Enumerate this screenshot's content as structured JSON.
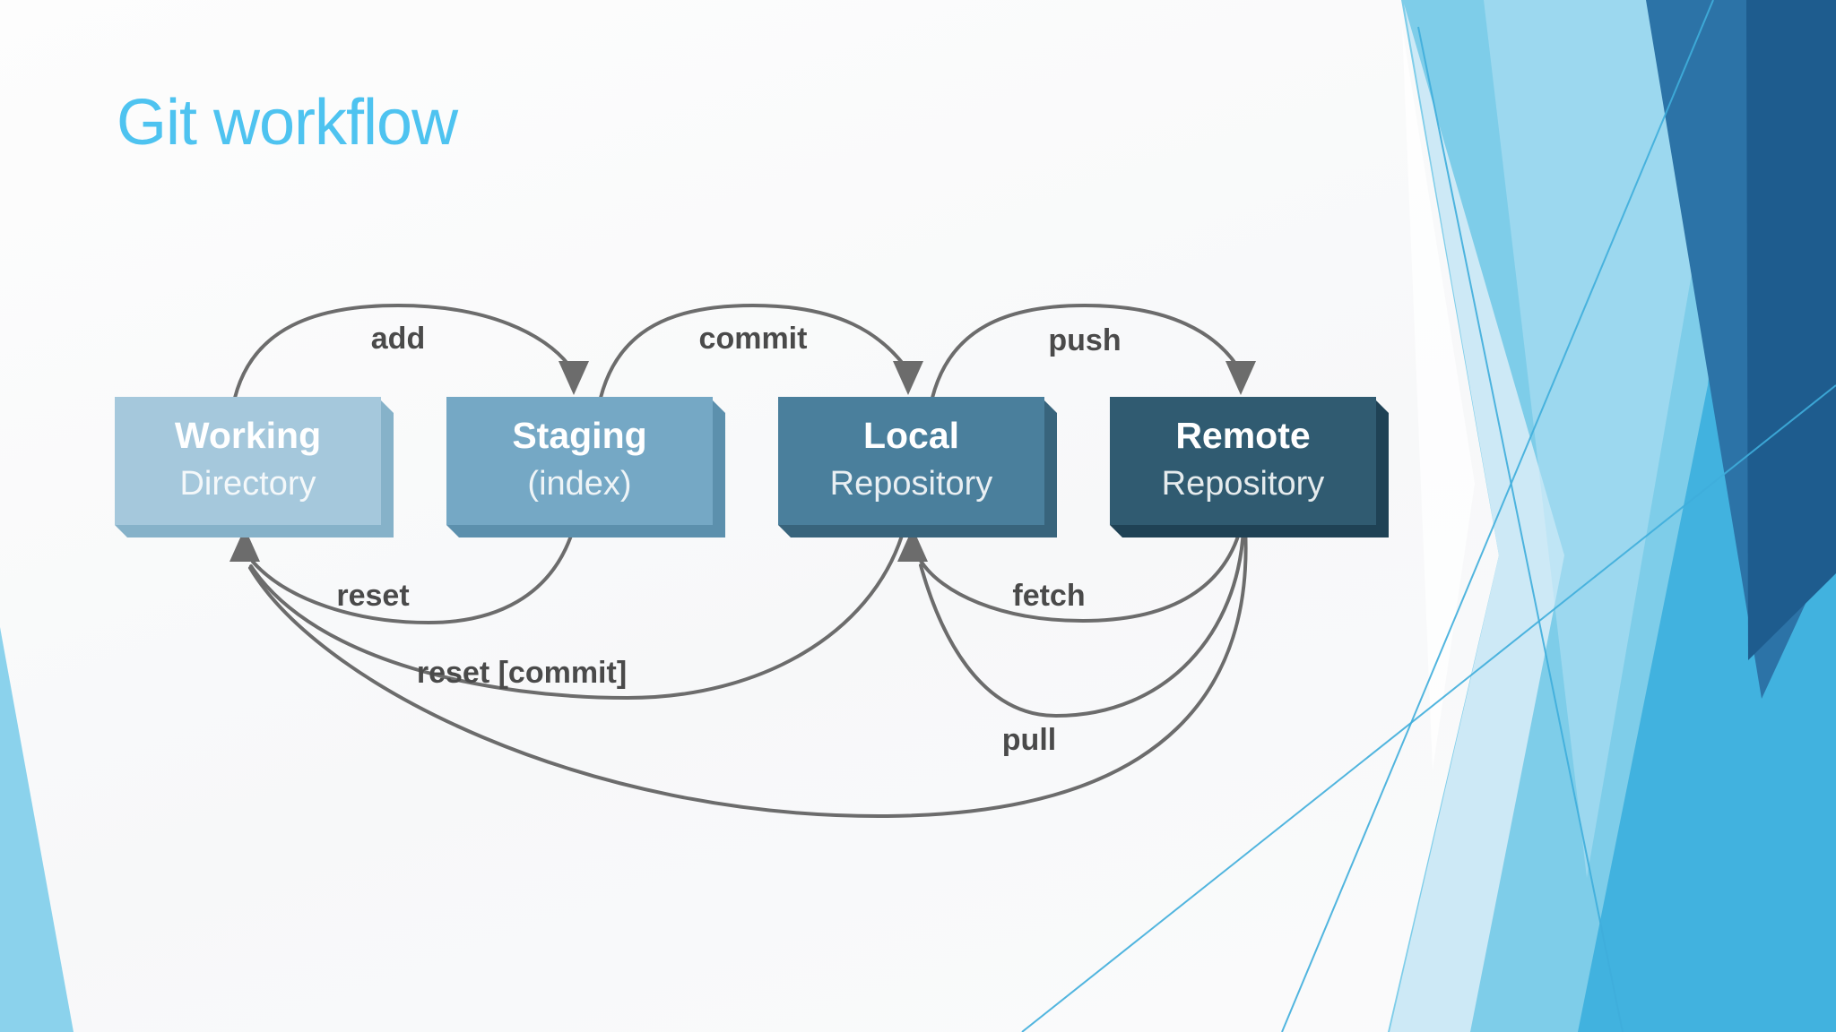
{
  "slide": {
    "title": "Git workflow"
  },
  "diagram": {
    "nodes": [
      {
        "id": "working",
        "line1": "Working",
        "line2": "Directory",
        "fill": "#A5C8DC",
        "depth": "#86B2C9"
      },
      {
        "id": "staging",
        "line1": "Staging",
        "line2": "(index)",
        "fill": "#75A8C5",
        "depth": "#5C90AD"
      },
      {
        "id": "local",
        "line1": "Local",
        "line2": "Repository",
        "fill": "#4A7F9C",
        "depth": "#38647C"
      },
      {
        "id": "remote",
        "line1": "Remote",
        "line2": "Repository",
        "fill": "#305B71",
        "depth": "#1F4255"
      }
    ],
    "edges": [
      {
        "id": "add",
        "label": "add",
        "from": "working",
        "to": "staging",
        "side": "top"
      },
      {
        "id": "commit",
        "label": "commit",
        "from": "staging",
        "to": "local",
        "side": "top"
      },
      {
        "id": "push",
        "label": "push",
        "from": "local",
        "to": "remote",
        "side": "top"
      },
      {
        "id": "reset",
        "label": "reset",
        "from": "staging",
        "to": "working",
        "side": "bottom"
      },
      {
        "id": "reset_commit",
        "label": "reset [commit]",
        "from": "local",
        "to": "working",
        "side": "bottom"
      },
      {
        "id": "fetch",
        "label": "fetch",
        "from": "remote",
        "to": "local",
        "side": "bottom"
      },
      {
        "id": "pull_local",
        "label": "",
        "from": "remote",
        "to": "local",
        "side": "bottom"
      },
      {
        "id": "pull",
        "label": "pull",
        "from": "remote",
        "to": "working",
        "side": "bottom"
      }
    ],
    "arrow_color": "#6C6C6C",
    "label_color": "#4A4A4A",
    "node_text_color": "#FFFFFF"
  },
  "decor": {
    "title_color": "#4EC3F0",
    "band_light": "#7ECDE9",
    "band_pale": "#CDE9F6",
    "band_soft": "#B5E2F4",
    "band_medium": "#41B2DF",
    "band_dark": "#2C73A7",
    "band_navy": "#1E5C8E",
    "band_line": "#3FAEDC",
    "wedge_left": "#8BD2EC"
  }
}
